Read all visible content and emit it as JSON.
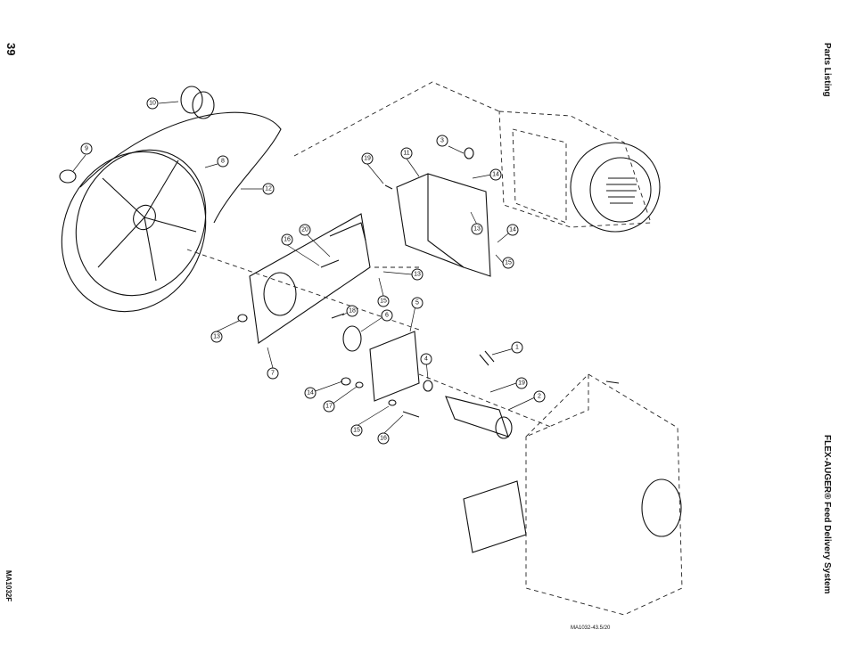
{
  "page": {
    "number": "39",
    "section": "Parts Listing",
    "title": "FLEX-AUGER® Feed Delivery System",
    "doc_code": "MA1032F"
  },
  "diagram": {
    "drawing_id": "MA1032-43.5/20",
    "callouts": [
      "1",
      "2",
      "3",
      "4",
      "5",
      "6",
      "7",
      "8",
      "9",
      "10",
      "11",
      "12",
      "13",
      "13",
      "13",
      "14",
      "14",
      "14",
      "15",
      "15",
      "15",
      "16",
      "16",
      "17",
      "18",
      "19",
      "19",
      "20"
    ]
  }
}
